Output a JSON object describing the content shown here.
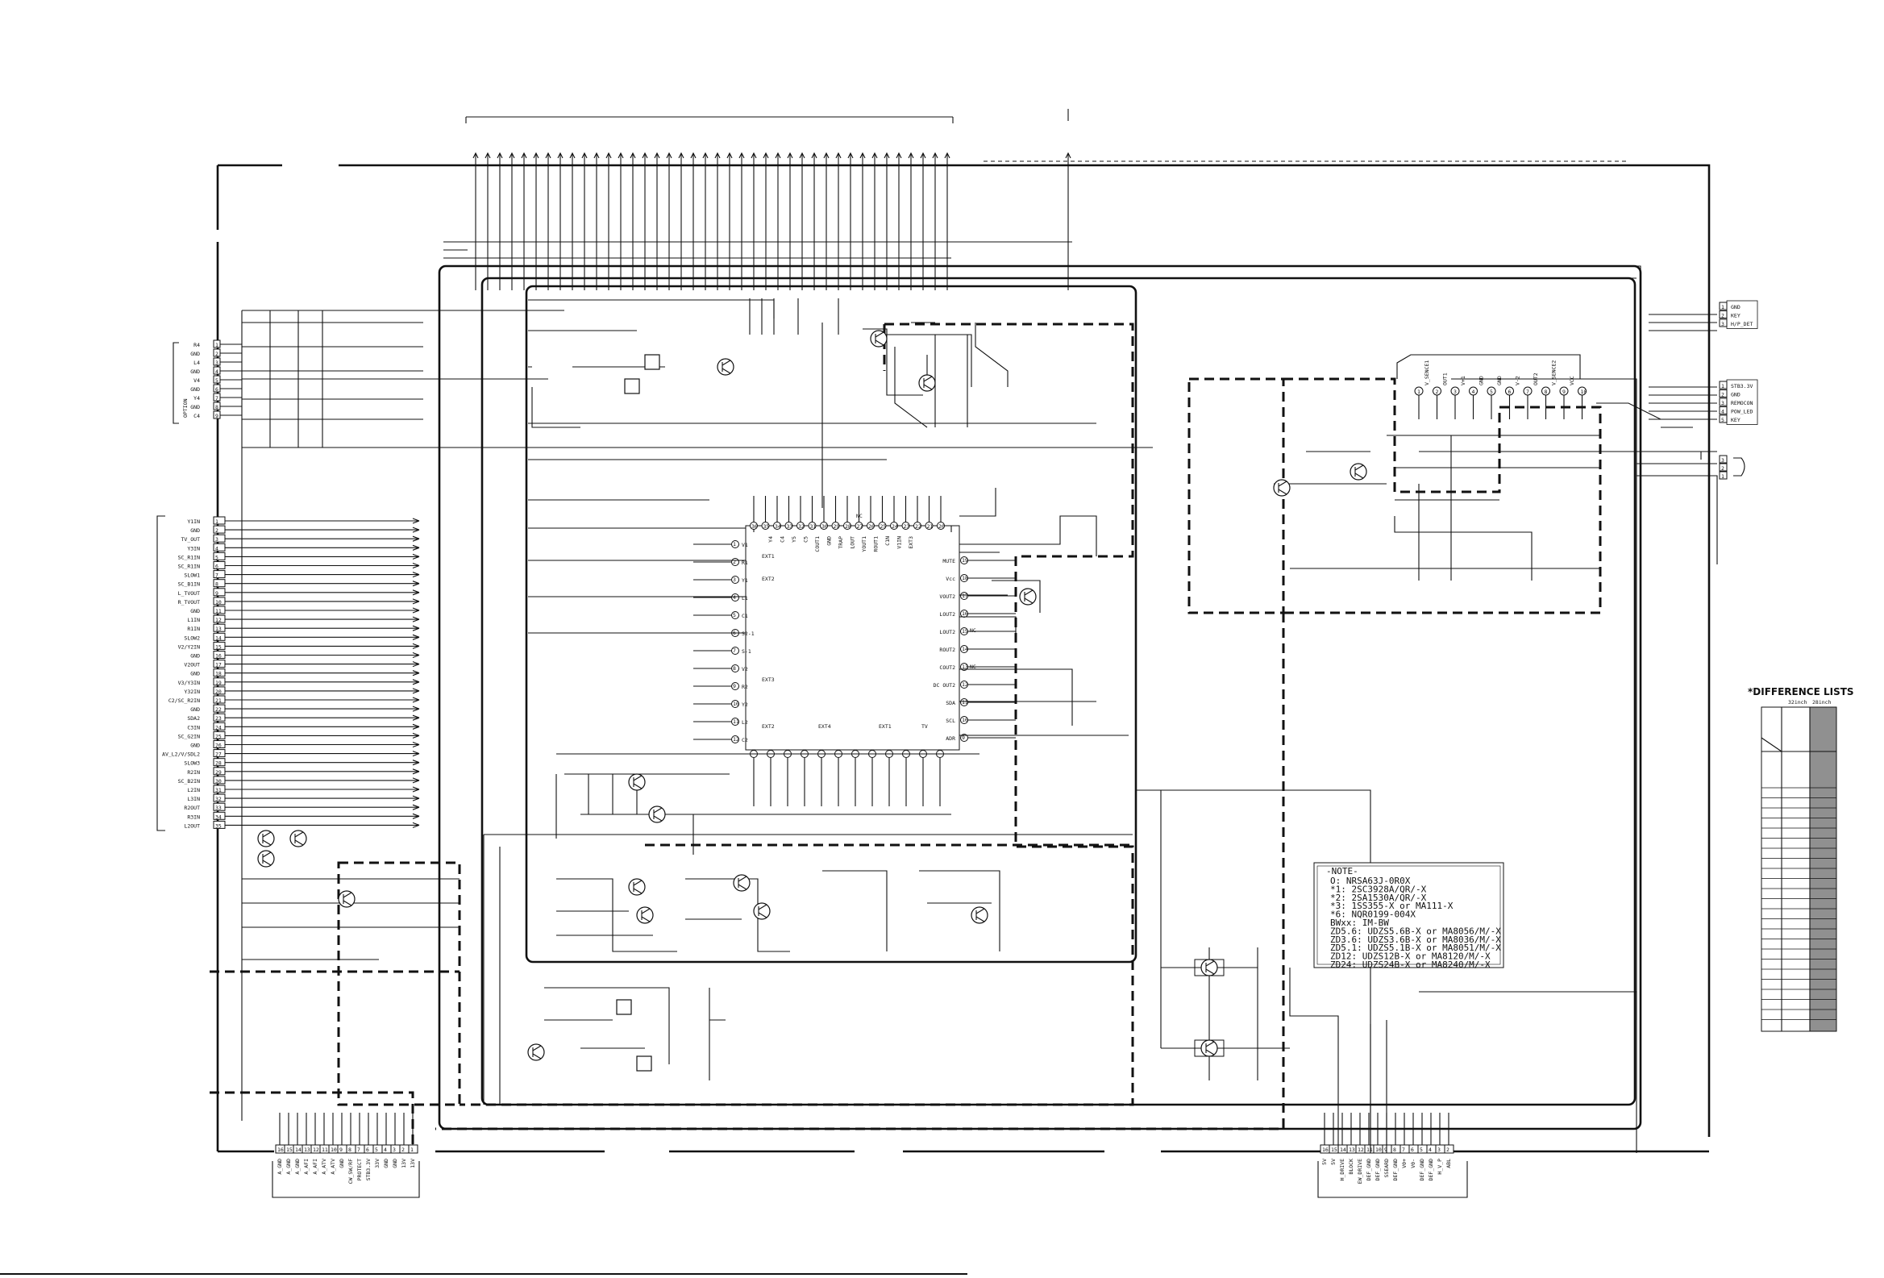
{
  "connectors": {
    "left_top_pins": [
      "R4",
      "GND",
      "L4",
      "GND",
      "V4",
      "GND",
      "Y4",
      "GND",
      "C4"
    ],
    "left_top_side_label": "OPTION",
    "left_main_pins": [
      "Y1IN",
      "GND",
      "TV_OUT",
      "Y3IN",
      "SC_R1IN",
      "SC_R1IN",
      "SLOW1",
      "SC_B1IN",
      "L_TVOUT",
      "R_TVOUT",
      "GND",
      "L1IN",
      "R1IN",
      "SLOW2",
      "V2/Y2IN",
      "GND",
      "V2OUT",
      "GND",
      "V3/Y3IN",
      "Y32IN",
      "C2/SC_R2IN",
      "GND",
      "SDA2",
      "C3IN",
      "SC_G2IN",
      "GND",
      "AV_L2/V/SDL2",
      "SLOW3",
      "R2IN",
      "SC_B2IN",
      "L2IN",
      "L3IN",
      "R2OUT",
      "R3IN",
      "L2OUT"
    ],
    "bottom_left_pins": [
      "A_GND",
      "A_GND",
      "A_GND",
      "A_AFI",
      "A_AFI",
      "A_ATV",
      "A_ATV",
      "GND",
      "CW_SW/RF",
      "PROTECT",
      "STB3.3V",
      "33V",
      "GND",
      "GND",
      "13V",
      "13V"
    ],
    "bottom_left_numbers": [
      "16",
      "15",
      "14",
      "13",
      "12",
      "11",
      "10",
      "9",
      "8",
      "7",
      "6",
      "5",
      "4",
      "3",
      "2",
      "1"
    ],
    "bottom_right_pins": [
      "5V",
      "5V",
      "H_DRIVE",
      "BLOCK",
      "EW_DRIVE",
      "DEF_GND",
      "DEF_GND",
      "SSEARD",
      "DEF_GND",
      "V0+",
      "V0-",
      "DEF_GND",
      "DEF_GND",
      "H_V_P",
      "ABL"
    ],
    "bottom_right_numbers": [
      "16",
      "15",
      "14",
      "13",
      "12",
      "11",
      "10",
      "9",
      "8",
      "7",
      "6",
      "5",
      "4",
      "3",
      "2",
      "1"
    ],
    "right_conn_a": [
      {
        "n": "1",
        "label": "GND"
      },
      {
        "n": "2",
        "label": "KEY"
      },
      {
        "n": "3",
        "label": "H/P_DET"
      }
    ],
    "right_conn_b": [
      {
        "n": "1",
        "label": "STB3.3V"
      },
      {
        "n": "2",
        "label": "GND"
      },
      {
        "n": "3",
        "label": "REMOCON"
      },
      {
        "n": "4",
        "label": "POW_LED"
      },
      {
        "n": "5",
        "label": "KEY"
      }
    ],
    "right_conn_c": [
      "3",
      "2",
      "1"
    ]
  },
  "ic": {
    "top_pins": [
      "36",
      "35",
      "34",
      "33",
      "32",
      "31",
      "30",
      "29",
      "28",
      "27",
      "26",
      "25",
      "24",
      "23",
      "22",
      "21",
      "20"
    ],
    "top_labels": [
      "Y4",
      "C4",
      "Y5",
      "C5",
      "COUT1",
      "GND",
      "TRAP",
      "LOUT",
      "YOUT1",
      "ROUT1",
      "C1N",
      "V1IN",
      "EXT3"
    ],
    "top_nc": "NC",
    "left_labels": [
      "V1",
      "R1",
      "Y1",
      "L1",
      "C1",
      "S2-1",
      "S-1",
      "V2",
      "R2",
      "Y2",
      "L2",
      "C2"
    ],
    "left_pins": [
      "1",
      "2",
      "3",
      "4",
      "5",
      "6",
      "7",
      "8",
      "9",
      "10",
      "11",
      "12"
    ],
    "right_labels": [
      "MUTE",
      "Vcc",
      "VOUT2",
      "LOUT2",
      "LOUT2",
      "ROUT2",
      "COUT2",
      "DC OUT2",
      "SDA",
      "SCL",
      "ADR"
    ],
    "right_pins": [
      "19",
      "18",
      "17",
      "16",
      "15",
      "14",
      "13",
      "12",
      "11",
      "10",
      "9"
    ],
    "right_nc": "NC",
    "group_labels": [
      "EXT1",
      "EXT2",
      "EXT3",
      "EXT2",
      "EXT4",
      "EXT1",
      "TV",
      "EXT1"
    ]
  },
  "sub_ic": {
    "pins": [
      "1",
      "2",
      "3",
      "4",
      "5",
      "6",
      "7",
      "8",
      "9",
      "10"
    ],
    "labels": [
      "V_SENCE1",
      "OUT1",
      "V+1",
      "GND",
      "GND",
      "V-2",
      "OUT2",
      "V_SENCE2",
      "VCC"
    ]
  },
  "note": {
    "title": "-NOTE-",
    "lines": [
      "O:  NRSA63J-0R0X",
      "*1: 2SC3928A/QR/-X",
      "*2: 2SA1530A/QR/-X",
      "*3: 1SS355-X or MA111-X",
      "*6: NQR0199-004X",
      "BWxx: IM-BW",
      "ZD5.6: UDZS5.6B-X or MA8056/M/-X",
      "ZD3.6: UDZS3.6B-X or MA8036/M/-X",
      "ZD5.1: UDZS5.1B-X or MA8051/M/-X",
      "ZD12: UDZS12B-X  or MA8120/M/-X",
      "ZD24: UDZS24B-X  or MA8240/M/-X"
    ]
  },
  "difference": {
    "title": "*DIFFERENCE LISTS",
    "col_headers": [
      "32inch",
      "28inch"
    ],
    "row_count": 24
  },
  "colors": {
    "ink": "#111111",
    "shade": "#909090",
    "paper": "#ffffff"
  }
}
